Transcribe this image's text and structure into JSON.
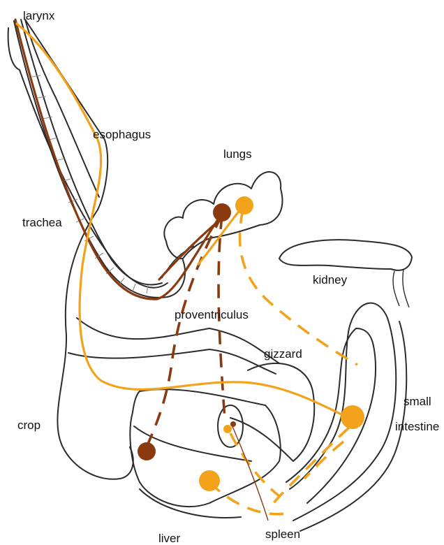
{
  "labels": {
    "larynx": "larynx",
    "esophagus": "esophagus",
    "lungs": "lungs",
    "trachea": "trachea",
    "kidney": "kidney",
    "proventriculus": "proventriculus",
    "gizzard": "gizzard",
    "small_intestine_line1": "small",
    "small_intestine_line2": "intestine",
    "crop": "crop",
    "liver": "liver",
    "spleen": "spleen"
  },
  "colors": {
    "outline": "#2b2b2b",
    "dark_route": "#8b3a10",
    "orange_route": "#f3a31b"
  }
}
